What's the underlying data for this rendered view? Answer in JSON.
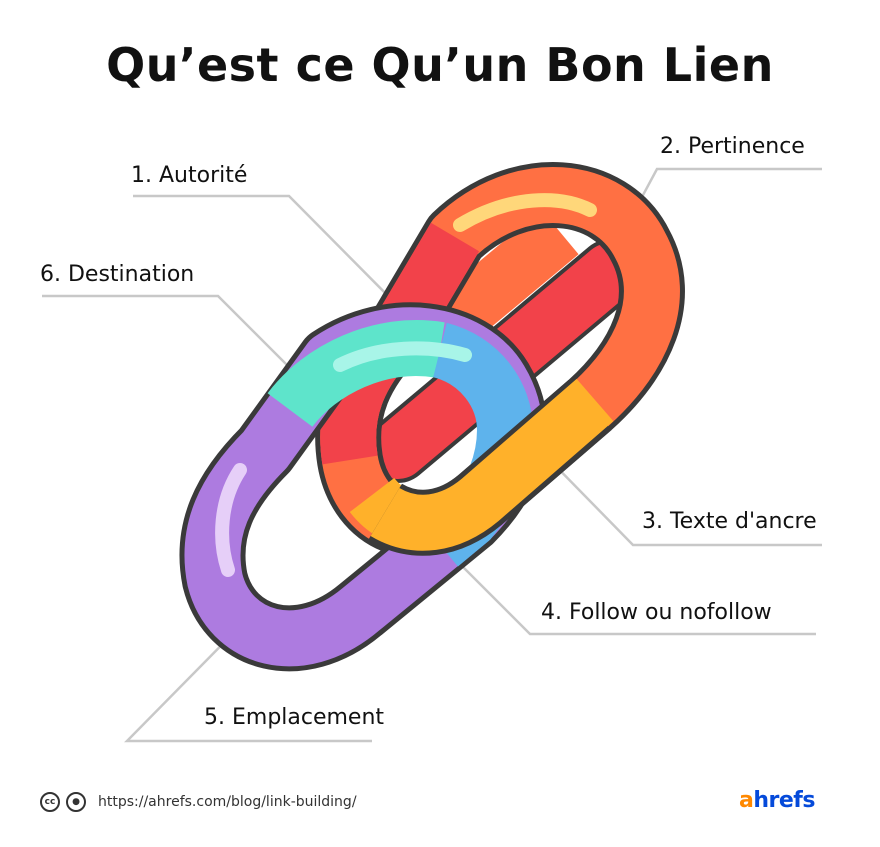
{
  "title": "Qu’est ce Qu’un Bon Lien",
  "labels": {
    "one": "1. Autorité",
    "two": "2. Pertinence",
    "three": "3. Texte d'ancre",
    "four": "4. Follow ou nofollow",
    "five": "5. Emplacement",
    "six": "6. Destination"
  },
  "footer": {
    "url": "https://ahrefs.com/blog/link-building/",
    "cc_icon": "creative-commons-icon",
    "by_icon": "attribution-icon"
  },
  "brand": {
    "a": "a",
    "rest": "hrefs"
  },
  "colors": {
    "red": "#f2424a",
    "orange": "#ff7043",
    "yellow": "#ffb12a",
    "blue": "#5eb3ec",
    "teal": "#5ee4cb",
    "purple": "#ad7be0",
    "outline": "#3a3a3a",
    "leader": "#c8c8c8"
  }
}
